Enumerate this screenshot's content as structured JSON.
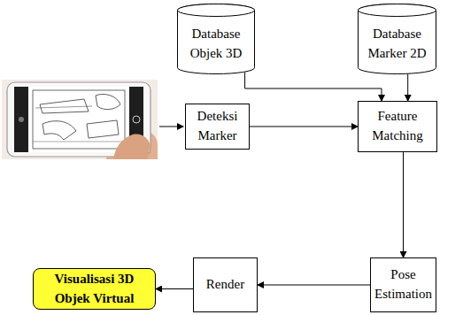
{
  "diagram": {
    "nodes": [
      {
        "text": [
          "Database Objek 3D"
        ]
      },
      {
        "text": [
          "Database Marker 2D"
        ]
      },
      {
        "text": [
          "Deteksi Marker"
        ]
      },
      {
        "text": [
          "Feature Matching"
        ]
      },
      {
        "text": [
          "Render"
        ]
      },
      {
        "text": [
          "Pose Estimation"
        ]
      },
      {
        "text": [
          "Visualisasi 3D Objek Virtual"
        ]
      }
    ],
    "edges": [
      {
        "from": 0,
        "to": 3,
        "arrow": "to"
      },
      {
        "from": 1,
        "to": 3,
        "arrow": "to"
      },
      {
        "from": 2,
        "to": 3,
        "arrow": "to"
      },
      {
        "from": 3,
        "to": 5,
        "arrow": "to"
      },
      {
        "from": 5,
        "to": 4,
        "arrow": "to"
      },
      {
        "from": 4,
        "to": 6,
        "arrow": "to"
      }
    ]
  }
}
